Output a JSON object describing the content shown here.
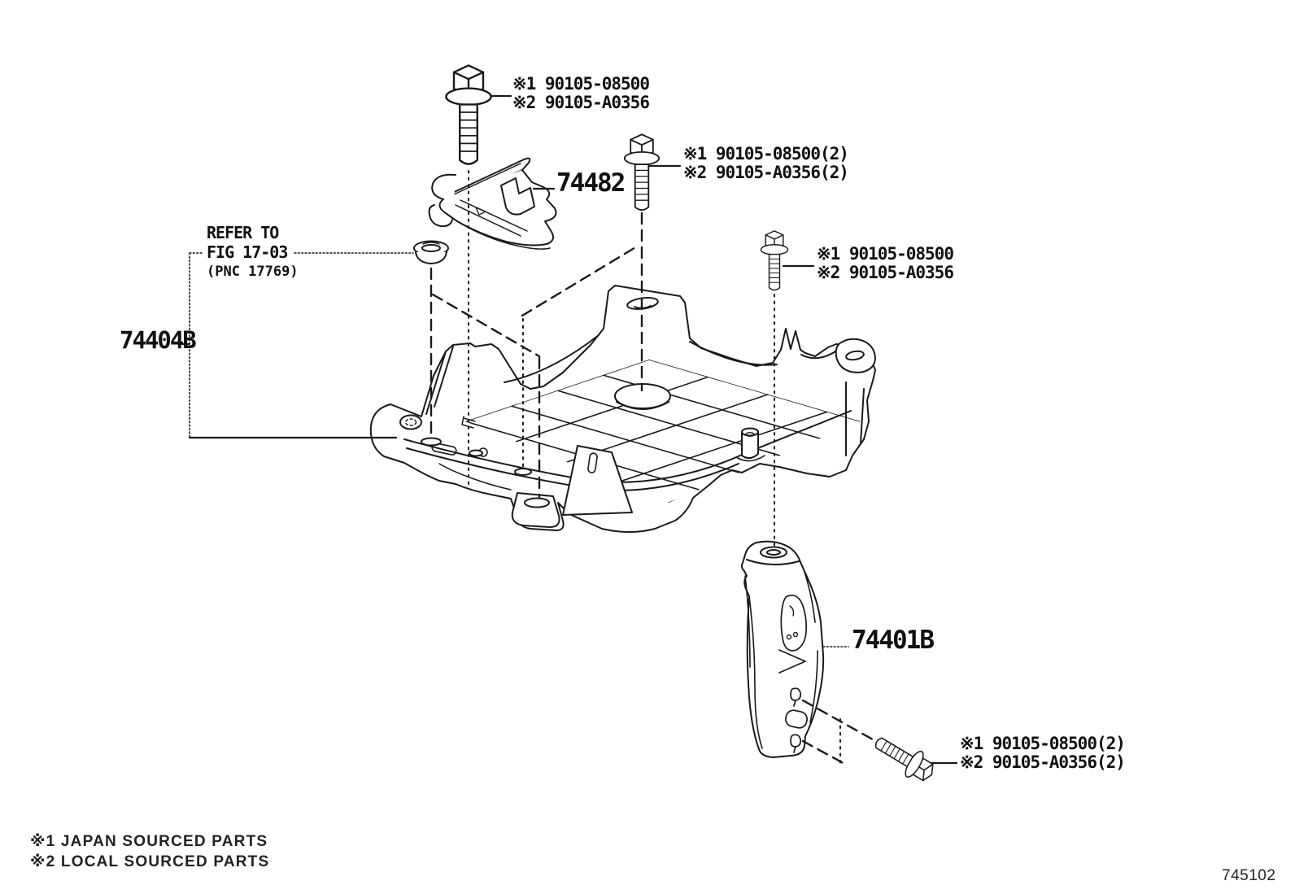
{
  "diagram": {
    "callouts": {
      "bolt_top": {
        "line1": "※1 90105-08500",
        "line2": "※2 90105-A0356"
      },
      "bolt_mid": {
        "line1": "※1 90105-08500(2)",
        "line2": "※2 90105-A0356(2)"
      },
      "bolt_right": {
        "line1": "※1 90105-08500",
        "line2": "※2 90105-A0356"
      },
      "bolt_bottom": {
        "line1": "※1 90105-08500(2)",
        "line2": "※2 90105-A0356(2)"
      }
    },
    "parts": {
      "clamp_bracket": "74482",
      "battery_carrier": "74404B",
      "battery_clamp": "74401B"
    },
    "reference_note": {
      "line1": "REFER TO",
      "line2": "FIG 17-03",
      "line3": "(PNC 17769)"
    },
    "legend": {
      "line1": "※1 JAPAN SOURCED PARTS",
      "line2": "※2 LOCAL SOURCED PARTS"
    },
    "figure_code": "745102",
    "colors": {
      "background": "#ffffff",
      "line": "#1a1a1a",
      "text": "#111111"
    }
  }
}
